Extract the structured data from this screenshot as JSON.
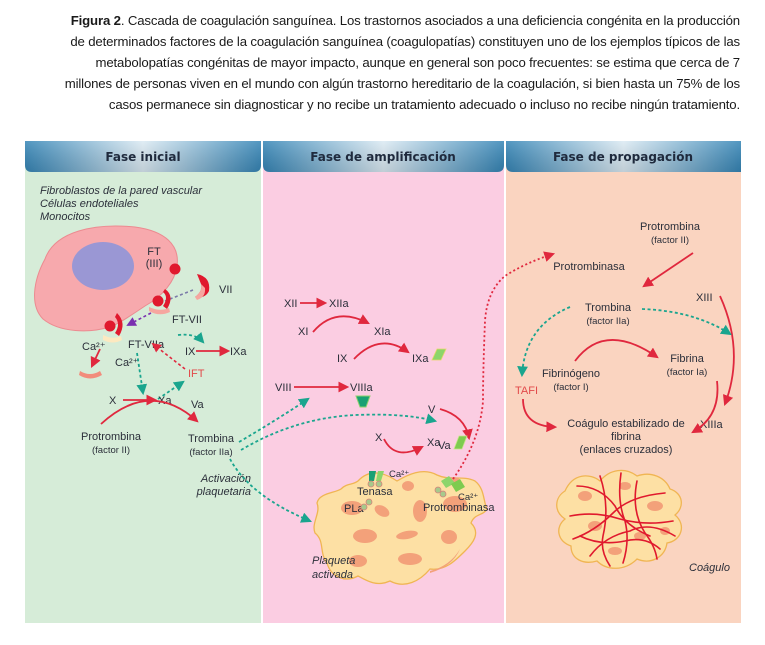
{
  "caption": {
    "label": "Figura 2",
    "text": ". Cascada de coagulación sanguínea. Los trastornos asociados a una deficiencia congénita en la producción de determinados factores de la coagulación sanguínea (coagulopatías) constituyen uno de los ejemplos típicos de las metabolopatías congénitas de mayor impacto, aunque en general son poco frecuentes: se estima que cerca de 7 millones de personas viven en el mundo con algún trastorno hereditario de la coagulación, si bien hasta un 75% de los casos permanece sin diagnosticar y no recibe un tratamiento adecuado o incluso no recibe ningún tratamiento."
  },
  "colors": {
    "header": "#3a8fc0",
    "phase_initial_bg": "#d6ecd8",
    "phase_amplification_bg": "#fbcde2",
    "phase_propagation_bg": "#fad4c0",
    "arrow_red": "#e0283e",
    "arrow_teal": "#1aa58e",
    "cell": "#f7a9ad",
    "nucleus": "#9a97d4",
    "platelet": "#fde0a4"
  },
  "phases": [
    {
      "title": "Fase inicial",
      "cell_types": [
        "Fibroblastos de la pared vascular",
        "Células endoteliales",
        "Monocitos"
      ],
      "labels": {
        "ft": "FT",
        "ft_iii": "(III)",
        "vii": "VII",
        "ft_vii": "FT-VII",
        "ft_viia": "FT-VIIa",
        "ca1": "Ca²⁺",
        "ca2": "Ca²⁺",
        "ix": "IX",
        "ixa": "IXa",
        "ift": "IFT",
        "x": "X",
        "xa": "Xa",
        "va": "Va",
        "protrombina": "Protrombina",
        "protrombina_sub": "(factor II)",
        "trombina": "Trombina",
        "trombina_sub": "(factor IIa)",
        "activacion": "Activación",
        "plaquetaria": "plaquetaria"
      }
    },
    {
      "title": "Fase de amplificación",
      "labels": {
        "xii": "XII",
        "xiia": "XIIa",
        "xi": "XI",
        "xia": "XIa",
        "ix": "IX",
        "ixa": "IXa",
        "viii": "VIII",
        "viiia": "VIIIa",
        "v": "V",
        "va": "Va",
        "x": "X",
        "xa": "Xa",
        "ca_tenasa": "Ca²⁺",
        "tenasa": "Tenasa",
        "pla": "PLa",
        "ca_protro": "Ca²⁺",
        "protrombinasa": "Protrombinasa",
        "plaqueta": "Plaqueta",
        "activada": "activada"
      }
    },
    {
      "title": "Fase de propagación",
      "labels": {
        "protrombina": "Protrombina",
        "protrombina_sub": "(factor II)",
        "protrombinasa": "Protrombinasa",
        "trombina": "Trombina",
        "trombina_sub": "(factor IIa)",
        "xiii": "XIII",
        "xiiia": "XIIIa",
        "fibrinogeno": "Fibrinógeno",
        "fibrinogeno_sub": "(factor I)",
        "fibrina": "Fibrina",
        "fibrina_sub": "(factor Ia)",
        "tafi": "TAFI",
        "coagulo_est_1": "Coágulo estabilizado de",
        "coagulo_est_2": "fibrina",
        "coagulo_est_3": "(enlaces cruzados)",
        "coagulo": "Coágulo"
      }
    }
  ]
}
